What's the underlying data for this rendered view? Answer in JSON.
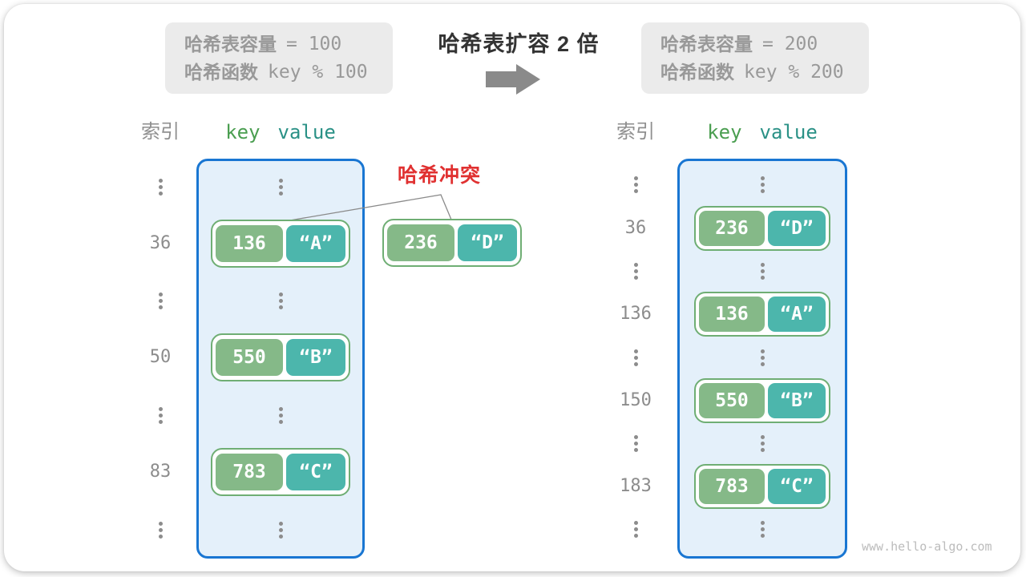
{
  "panel_old": {
    "line1_label": "哈希表容量",
    "line1_value": "= 100",
    "line2_label": "哈希函数",
    "line2_value": "key % 100"
  },
  "expand": {
    "title": "哈希表扩容 2 倍"
  },
  "panel_new": {
    "line1_label": "哈希表容量",
    "line1_value": "= 200",
    "line2_label": "哈希函数",
    "line2_value": "key % 200"
  },
  "collision": {
    "label": "哈希冲突",
    "entry": {
      "key": "236",
      "value": "“D”"
    }
  },
  "left_table": {
    "index_header": "索引",
    "key_header": "key",
    "value_header": "value",
    "rows": [
      {
        "kind": "ellipsis"
      },
      {
        "kind": "entry",
        "index": "36",
        "key": "136",
        "value": "“A”"
      },
      {
        "kind": "ellipsis"
      },
      {
        "kind": "entry",
        "index": "50",
        "key": "550",
        "value": "“B”"
      },
      {
        "kind": "ellipsis"
      },
      {
        "kind": "entry",
        "index": "83",
        "key": "783",
        "value": "“C”"
      },
      {
        "kind": "ellipsis"
      }
    ]
  },
  "right_table": {
    "index_header": "索引",
    "key_header": "key",
    "value_header": "value",
    "rows": [
      {
        "kind": "ellipsis"
      },
      {
        "kind": "entry",
        "index": "36",
        "key": "236",
        "value": "“D”"
      },
      {
        "kind": "ellipsis"
      },
      {
        "kind": "entry",
        "index": "136",
        "key": "136",
        "value": "“A”"
      },
      {
        "kind": "ellipsis"
      },
      {
        "kind": "entry",
        "index": "150",
        "key": "550",
        "value": "“B”"
      },
      {
        "kind": "ellipsis"
      },
      {
        "kind": "entry",
        "index": "183",
        "key": "783",
        "value": "“C”"
      },
      {
        "kind": "ellipsis"
      }
    ]
  },
  "watermark": "www.hello-algo.com",
  "colors": {
    "key_fill": "#85b988",
    "value_fill": "#4cb6ac",
    "pair_border": "#6fae74",
    "table_fill": "#e4f0fa",
    "table_border": "#1976d2",
    "collision_red": "#e03131",
    "key_header_green": "#4a9e50",
    "value_header_teal": "#2a9186",
    "muted_gray": "#999999",
    "title_dark": "#333333",
    "arrow_gray": "#8a8a8a"
  }
}
